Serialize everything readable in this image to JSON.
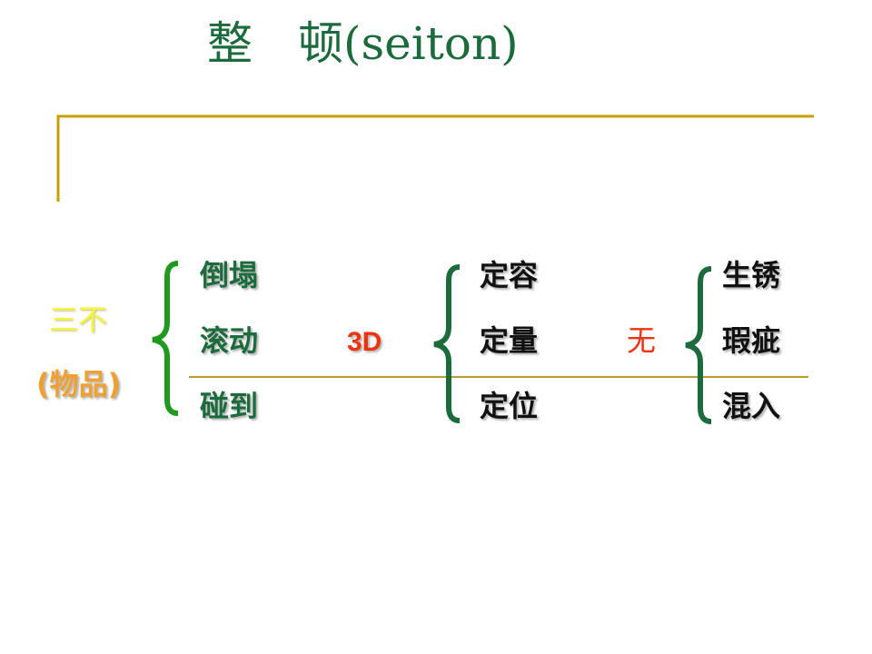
{
  "title": "整　顿(seiton)",
  "left": {
    "label": "三不",
    "sub": "(物品)",
    "items": [
      "倒塌",
      "滚动",
      "碰到"
    ]
  },
  "middle": {
    "label": "3D",
    "items": [
      "定容",
      "定量",
      "定位"
    ]
  },
  "right": {
    "label": "无",
    "items": [
      "生锈",
      "瑕疵",
      "混入"
    ]
  },
  "colors": {
    "title": "#1b6b3c",
    "rule": "#c8a000",
    "accent_red": "#ee3311",
    "yellow": "#f5f53a",
    "orange": "#f0a030"
  }
}
